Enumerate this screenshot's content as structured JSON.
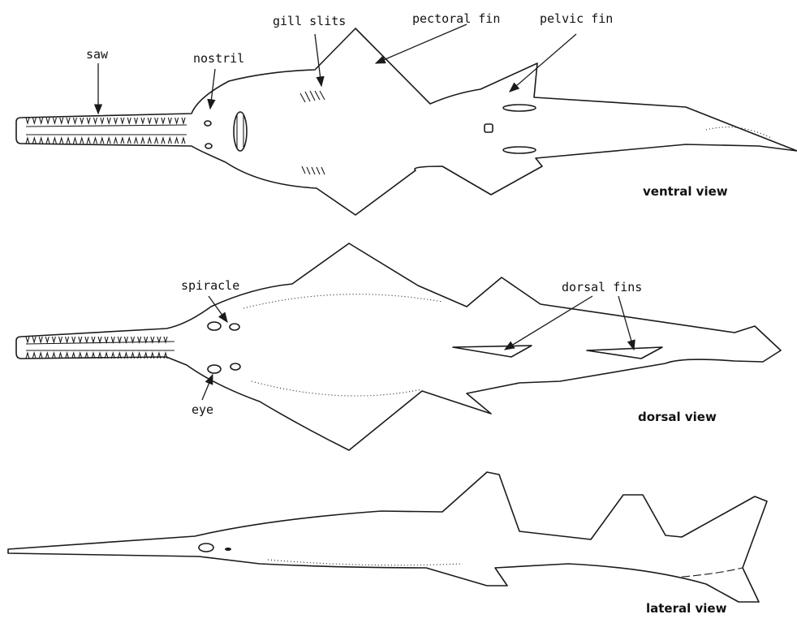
{
  "labels": {
    "saw": "saw",
    "nostril": "nostril",
    "gill_slits": "gill slits",
    "pectoral_fin": "pectoral fin",
    "pelvic_fin": "pelvic fin",
    "spiracle": "spiracle",
    "eye": "eye",
    "dorsal_fins": "dorsal fins"
  },
  "views": {
    "ventral": "ventral view",
    "dorsal": "dorsal view",
    "lateral": "lateral view"
  },
  "colors": {
    "ink": "#1a1a1a",
    "paper": "#ffffff"
  }
}
